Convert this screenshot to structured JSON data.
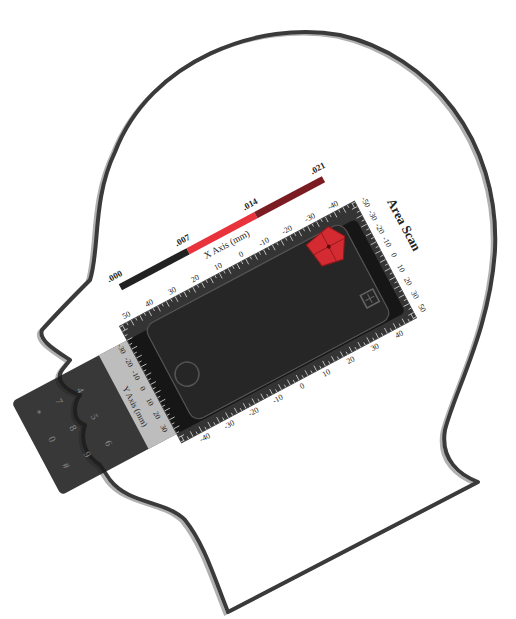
{
  "diagram": {
    "title": "Area Scan",
    "labels": [
      ".000",
      ".007",
      ".014",
      ".021",
      "X Axis (mm)",
      "Y Axis (mm)",
      "50",
      "40",
      "30",
      "20",
      "10",
      "0",
      "-10",
      "-20",
      "-30",
      "-40",
      "-50",
      "-30",
      "-20",
      "-10",
      "0",
      "10",
      "20",
      "30",
      "50",
      "-40",
      "-30",
      "-20",
      "-10",
      "0",
      "10",
      "20",
      "30",
      "40",
      "-30",
      "-20",
      "-10",
      "0",
      "10",
      "20",
      "30",
      "*",
      "0",
      "#",
      "7",
      "8",
      "9",
      "4",
      "5",
      "6"
    ]
  }
}
